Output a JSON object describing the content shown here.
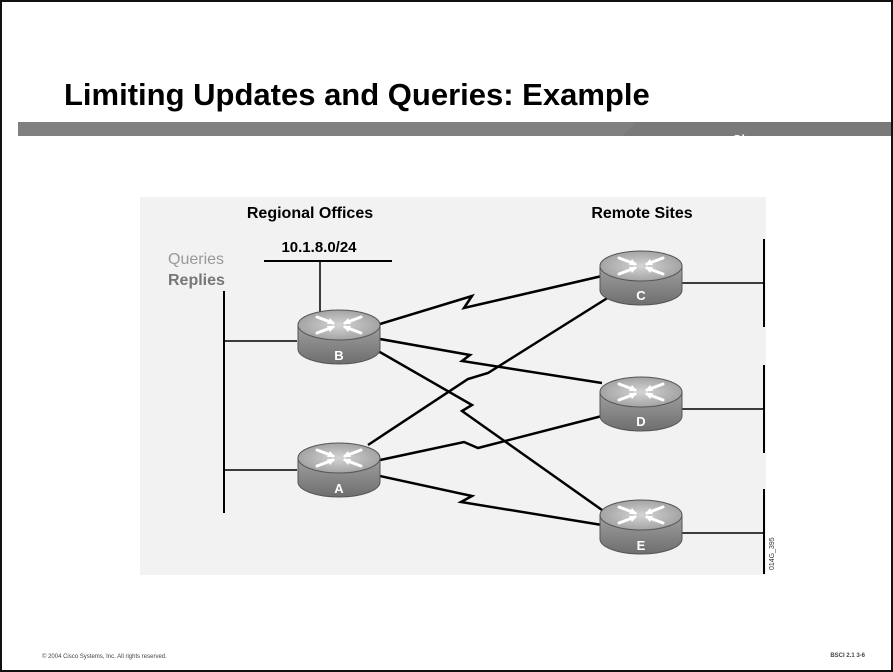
{
  "slide": {
    "title": "Limiting Updates and Queries: Example",
    "brand": "Cisco.com"
  },
  "diagram": {
    "regional_heading": "Regional Offices",
    "remote_heading": "Remote Sites",
    "network_label": "10.1.8.0/24",
    "legend_queries": "Queries",
    "legend_replies": "Replies",
    "routers": {
      "a": "A",
      "b": "B",
      "c": "C",
      "d": "D",
      "e": "E"
    },
    "figure_code": "014G_395"
  },
  "footer": {
    "copyright": "© 2004 Cisco Systems, Inc. All rights reserved.",
    "course": "BSCI 2.1   3-6"
  },
  "colors": {
    "band": "#808080",
    "canvas": "#f2f2f2",
    "router_top": "#b5b5b5",
    "router_body": "#8f8f8f"
  }
}
